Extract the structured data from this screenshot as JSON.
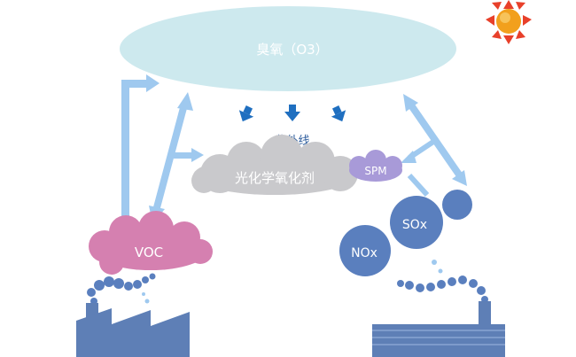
{
  "labels": {
    "ozone": "臭氧（O3）",
    "uv": "紫外线",
    "photochemical_oxidant": "光化学氧化剂",
    "spm": "SPM",
    "voc": "VOC",
    "sox": "SOx",
    "nox": "NOx"
  },
  "colors": {
    "ozone_fill": "#cde9ee",
    "arrow_light_blue": "#9fc9ef",
    "uv_arrow": "#1f6fc0",
    "oxidant_cloud": "#c9c9cc",
    "voc_cloud": "#d580b0",
    "spm_cloud": "#a89ad8",
    "pollutant_ball": "#5a7fbe",
    "factory": "#5e7fb6",
    "sun": "#f2a01d",
    "sun_ray": "#e8402a"
  },
  "icons": [
    "sun-icon",
    "factory-icon",
    "chimney-icon",
    "smoke-icon",
    "uv-arrow-icon"
  ]
}
